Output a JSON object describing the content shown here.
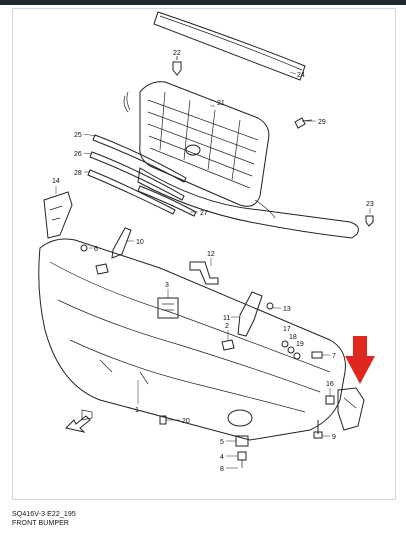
{
  "diagram": {
    "code": "SQ416V-3 E22_195",
    "title": "FRONT BUMPER",
    "arrow_color": "#e0271d",
    "labels": [
      {
        "id": "l22",
        "text": "22"
      },
      {
        "id": "l24",
        "text": "24"
      },
      {
        "id": "l21",
        "text": "21"
      },
      {
        "id": "l29",
        "text": "29"
      },
      {
        "id": "l25",
        "text": "25"
      },
      {
        "id": "l26",
        "text": "26"
      },
      {
        "id": "l28",
        "text": "28"
      },
      {
        "id": "l27",
        "text": "27"
      },
      {
        "id": "l14",
        "text": "14"
      },
      {
        "id": "l23",
        "text": "23"
      },
      {
        "id": "l6",
        "text": "6"
      },
      {
        "id": "l10",
        "text": "10"
      },
      {
        "id": "l12",
        "text": "12"
      },
      {
        "id": "l3",
        "text": "3"
      },
      {
        "id": "l13",
        "text": "13"
      },
      {
        "id": "l11",
        "text": "11"
      },
      {
        "id": "l17",
        "text": "17"
      },
      {
        "id": "l18",
        "text": "18"
      },
      {
        "id": "l19",
        "text": "19"
      },
      {
        "id": "l2",
        "text": "2"
      },
      {
        "id": "l7",
        "text": "7"
      },
      {
        "id": "l16",
        "text": "16"
      },
      {
        "id": "l1",
        "text": "1"
      },
      {
        "id": "l20",
        "text": "20"
      },
      {
        "id": "l5",
        "text": "5"
      },
      {
        "id": "l4",
        "text": "4"
      },
      {
        "id": "l8",
        "text": "8"
      },
      {
        "id": "l9",
        "text": "9"
      }
    ]
  }
}
